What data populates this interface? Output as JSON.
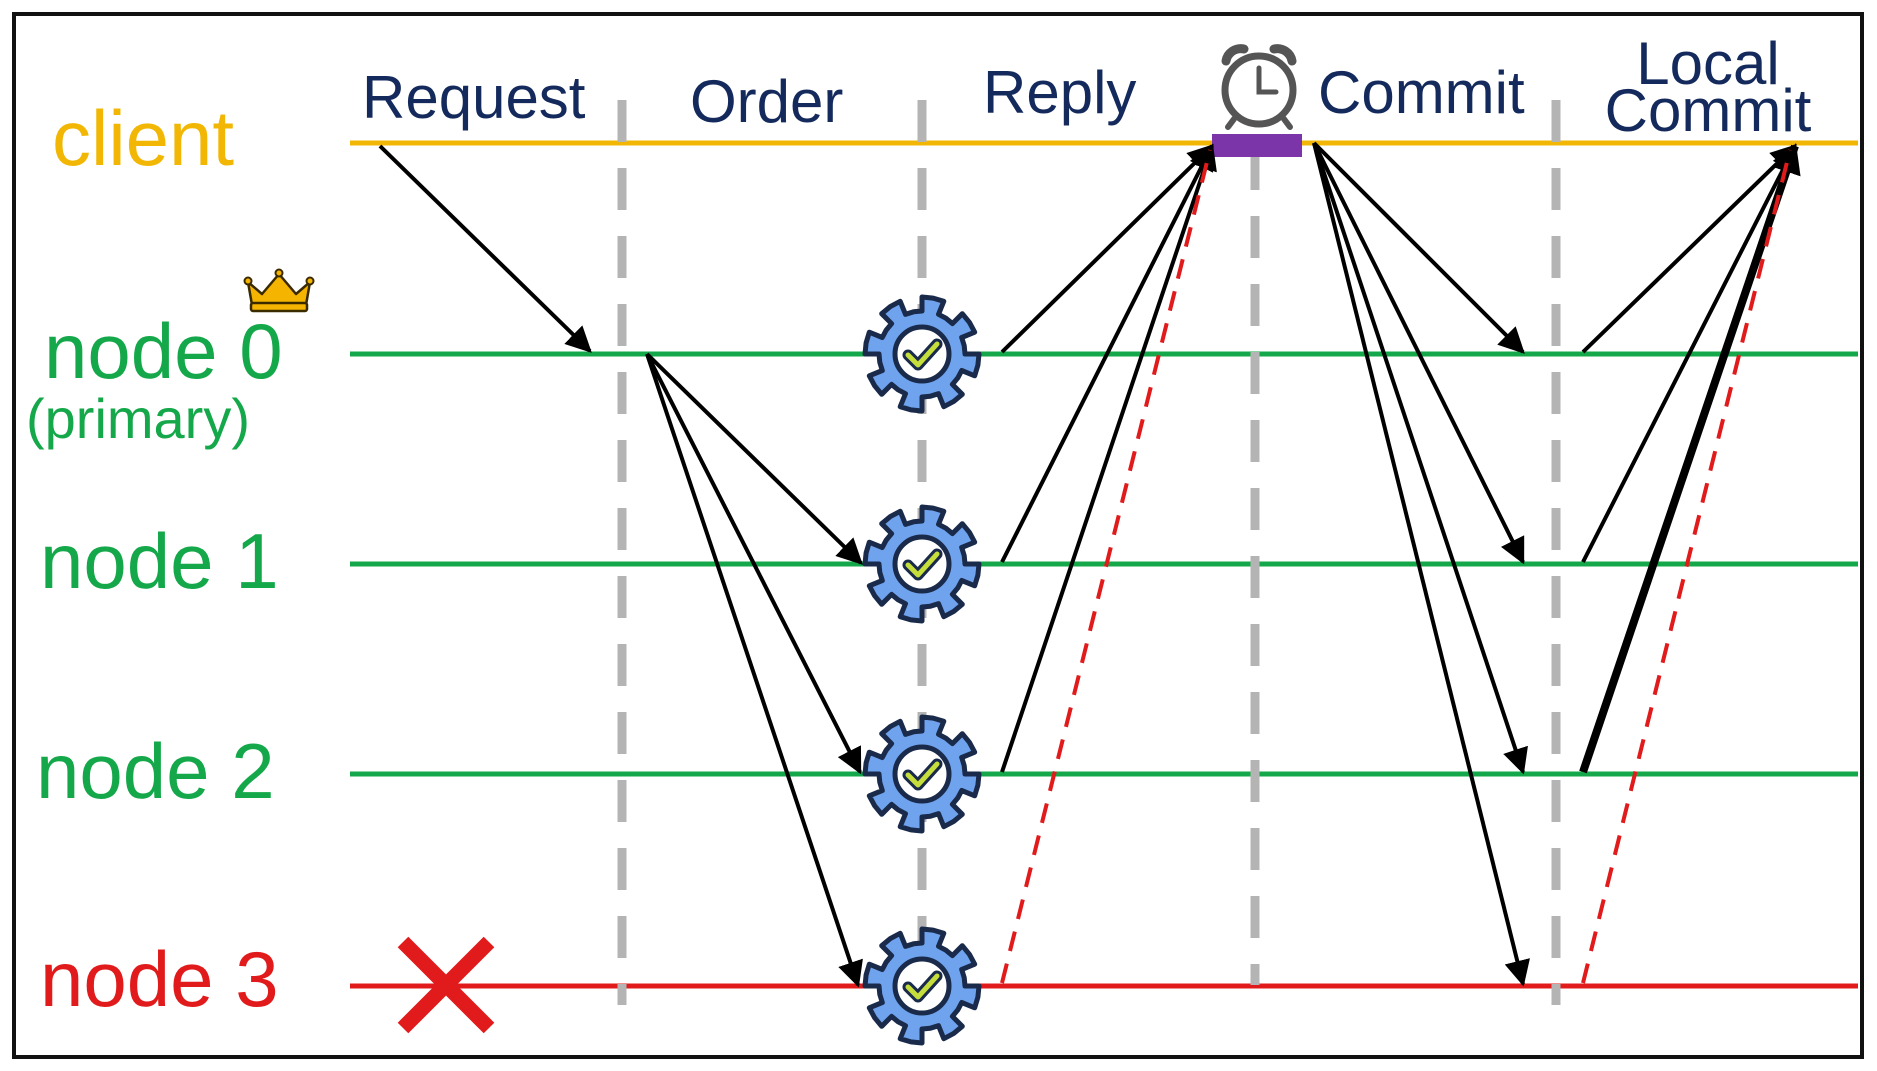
{
  "diagram": {
    "phases": [
      "Request",
      "Order",
      "Reply",
      "Commit",
      "Local",
      "Commit"
    ],
    "nodes": {
      "client": "client",
      "node0": "node 0",
      "node0_role": "(primary)",
      "node1": "node 1",
      "node2": "node 2",
      "node3": "node 3"
    },
    "colors": {
      "client": "#f2b705",
      "replica": "#14a84a",
      "faulty": "#e11b1b",
      "phase_text": "#142a5c",
      "divider": "#b4b4b4",
      "timer_bar": "#7b35a8",
      "gear_fill": "#6fa3ee",
      "gear_outline": "#1a2a4a",
      "check": "#c6de3c",
      "crown": "#f5b400"
    },
    "icons": {
      "leader_marker": "crown-icon",
      "timer": "alarm-clock-icon",
      "execution": "gear-check-icon",
      "failure": "red-x-icon"
    }
  }
}
